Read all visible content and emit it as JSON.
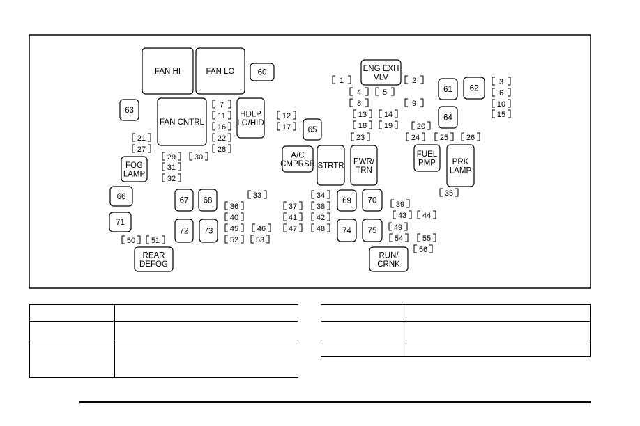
{
  "relays": [
    {
      "id": "fan-hi",
      "lines": [
        "FAN HI"
      ]
    },
    {
      "id": "fan-lo",
      "lines": [
        "FAN LO"
      ]
    },
    {
      "id": "r60",
      "lines": [
        "60"
      ]
    },
    {
      "id": "r63",
      "lines": [
        "63"
      ]
    },
    {
      "id": "fan-cntrl",
      "lines": [
        "FAN CNTRL"
      ]
    },
    {
      "id": "hdlp",
      "lines": [
        "HDLP",
        "LO/HID"
      ]
    },
    {
      "id": "eng-exh",
      "lines": [
        "ENG EXH",
        "VLV"
      ]
    },
    {
      "id": "r61",
      "lines": [
        "61"
      ]
    },
    {
      "id": "r62",
      "lines": [
        "62"
      ]
    },
    {
      "id": "r64",
      "lines": [
        "64"
      ]
    },
    {
      "id": "r65",
      "lines": [
        "65"
      ]
    },
    {
      "id": "ac",
      "lines": [
        "A/C",
        "CMPRSR"
      ]
    },
    {
      "id": "strtr",
      "lines": [
        "STRTR"
      ]
    },
    {
      "id": "pwr-trn",
      "lines": [
        "PWR/",
        "TRN"
      ]
    },
    {
      "id": "fuel-pmp",
      "lines": [
        "FUEL",
        "PMP"
      ]
    },
    {
      "id": "prk-lamp",
      "lines": [
        "PRK",
        "LAMP"
      ]
    },
    {
      "id": "fog-lamp",
      "lines": [
        "FOG",
        "LAMP"
      ]
    },
    {
      "id": "r66",
      "lines": [
        "66"
      ]
    },
    {
      "id": "r71",
      "lines": [
        "71"
      ]
    },
    {
      "id": "r67",
      "lines": [
        "67"
      ]
    },
    {
      "id": "r68",
      "lines": [
        "68"
      ]
    },
    {
      "id": "r72",
      "lines": [
        "72"
      ]
    },
    {
      "id": "r73",
      "lines": [
        "73"
      ]
    },
    {
      "id": "r69",
      "lines": [
        "69"
      ]
    },
    {
      "id": "r70",
      "lines": [
        "70"
      ]
    },
    {
      "id": "r74",
      "lines": [
        "74"
      ]
    },
    {
      "id": "r75",
      "lines": [
        "75"
      ]
    },
    {
      "id": "rear-defog",
      "lines": [
        "REAR",
        "DEFOG"
      ]
    },
    {
      "id": "run-crnk",
      "lines": [
        "RUN/",
        "CRNK"
      ]
    }
  ],
  "fuses": [
    "1",
    "2",
    "3",
    "4",
    "5",
    "6",
    "7",
    "8",
    "9",
    "10",
    "11",
    "12",
    "13",
    "14",
    "15",
    "16",
    "17",
    "18",
    "19",
    "20",
    "21",
    "22",
    "23",
    "24",
    "25",
    "26",
    "27",
    "28",
    "29",
    "30",
    "31",
    "32",
    "33",
    "34",
    "35",
    "36",
    "37",
    "38",
    "39",
    "40",
    "41",
    "42",
    "43",
    "44",
    "45",
    "46",
    "47",
    "48",
    "49",
    "50",
    "51",
    "52",
    "53",
    "54",
    "55",
    "56"
  ],
  "table_left": [
    [
      "",
      ""
    ],
    [
      "",
      ""
    ],
    [
      "",
      ""
    ]
  ],
  "table_right": [
    [
      "",
      ""
    ],
    [
      "",
      ""
    ],
    [
      "",
      ""
    ]
  ]
}
